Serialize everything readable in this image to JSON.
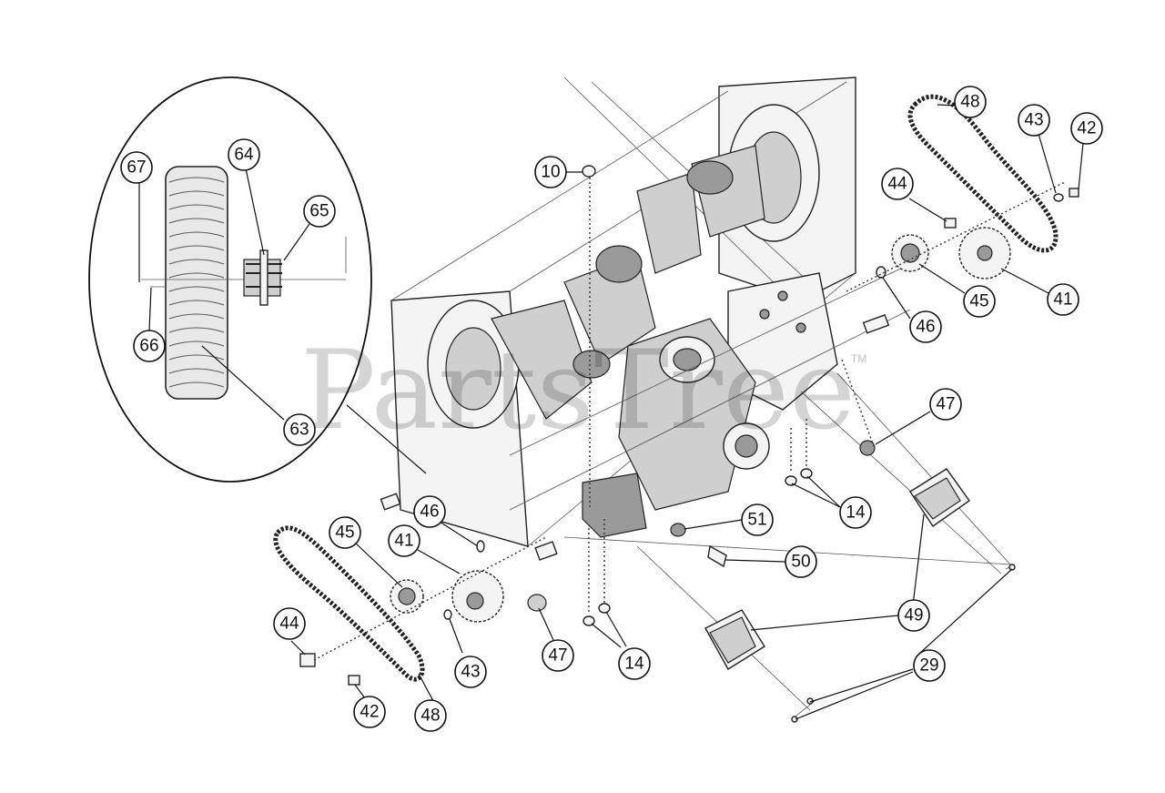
{
  "watermark": {
    "text": "PartsTree",
    "trademark": "TM"
  },
  "callouts": [
    {
      "id": "c10",
      "label": "10"
    },
    {
      "id": "c48a",
      "label": "48"
    },
    {
      "id": "c43a",
      "label": "43"
    },
    {
      "id": "c42a",
      "label": "42"
    },
    {
      "id": "c44a",
      "label": "44"
    },
    {
      "id": "c45a",
      "label": "45"
    },
    {
      "id": "c41a",
      "label": "41"
    },
    {
      "id": "c46a",
      "label": "46"
    },
    {
      "id": "c47a",
      "label": "47"
    },
    {
      "id": "c14a",
      "label": "14"
    },
    {
      "id": "c51",
      "label": "51"
    },
    {
      "id": "c50",
      "label": "50"
    },
    {
      "id": "c49",
      "label": "49"
    },
    {
      "id": "c29",
      "label": "29"
    },
    {
      "id": "c14b",
      "label": "14"
    },
    {
      "id": "c47b",
      "label": "47"
    },
    {
      "id": "c46b",
      "label": "46"
    },
    {
      "id": "c45b",
      "label": "45"
    },
    {
      "id": "c41b",
      "label": "41"
    },
    {
      "id": "c44b",
      "label": "44"
    },
    {
      "id": "c43b",
      "label": "43"
    },
    {
      "id": "c42b",
      "label": "42"
    },
    {
      "id": "c48b",
      "label": "48"
    },
    {
      "id": "c67",
      "label": "67"
    },
    {
      "id": "c64",
      "label": "64"
    },
    {
      "id": "c65",
      "label": "65"
    },
    {
      "id": "c66",
      "label": "66"
    },
    {
      "id": "c63",
      "label": "63"
    }
  ]
}
